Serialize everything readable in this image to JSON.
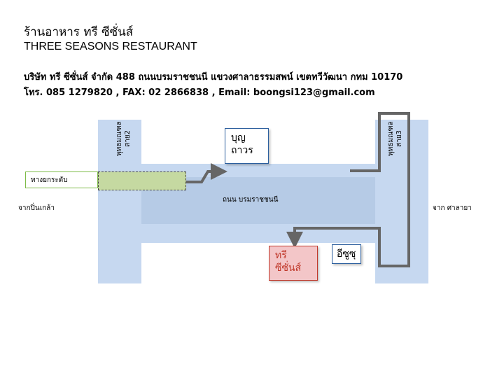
{
  "header": {
    "title_th": "ร้านอาหาร ทรี ซีซั่นส์",
    "title_en": "THREE SEASONS RESTAURANT",
    "address": "บริษัท ทรี ซีซั่นส์ จำกัด  488 ถนนบรมราชชนนี แขวงศาลาธรรมสพน์ เขตทวีวัฒนา กทม 10170",
    "contact": "โทร. 085 1279820  , FAX: 02 2866838 , Email: boongsi123@gmail.com"
  },
  "map": {
    "left_road_label": "พุทธมณฑล\nสาย2",
    "right_road_label": "พุทธมณฑล\nสาย3",
    "main_road_label": "ถนน บรมราชชนนี",
    "left_direction": "จากปิ่นเกล้า",
    "right_direction": "จาก ศาลายา",
    "expressway_label": "ทางยกระดับ",
    "landmark_boon": "บุญ\nถาวร",
    "destination": "ทรี\nซีซั่นส์",
    "landmark_isuzu": "อีซูซุ"
  },
  "colors": {
    "road": "#c6d8f0",
    "road_band": "#b6cbe6",
    "route_arrow": "#666666",
    "expressway": "#c5d9a1",
    "destination_fill": "#f3c6c8",
    "destination_text": "#c0392b"
  }
}
